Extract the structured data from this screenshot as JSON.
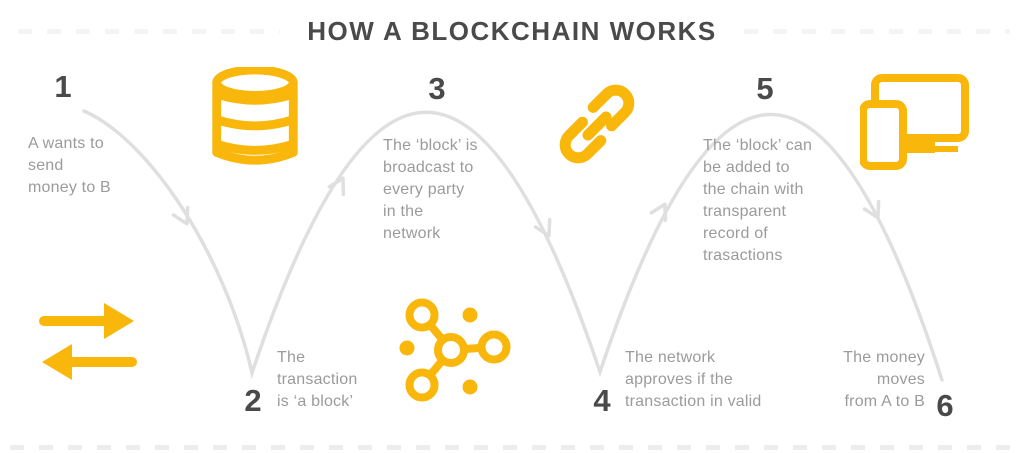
{
  "title": "HOW A BLOCKCHAIN WORKS",
  "colors": {
    "accent": "#F9B60B",
    "heading": "#4A4A4A",
    "body_text": "#9B9B9B",
    "arc_gray": "#DFDFDF"
  },
  "steps": [
    {
      "number": "1",
      "text": "A wants to\nsend\nmoney to B"
    },
    {
      "number": "2",
      "text": "The\ntransaction\nis ‘a block’"
    },
    {
      "number": "3",
      "text": "The ‘block’ is\nbroadcast to\nevery party\nin the\nnetwork"
    },
    {
      "number": "4",
      "text": "The network\napproves if the\ntransaction in valid"
    },
    {
      "number": "5",
      "text": "The ‘block’ can\nbe added to\nthe chain with\ntransparent\nrecord of\ntrasactions"
    },
    {
      "number": "6",
      "text": "The money\nmoves\nfrom A to B"
    }
  ],
  "icons": [
    {
      "name": "database-icon"
    },
    {
      "name": "link-icon"
    },
    {
      "name": "devices-icon"
    },
    {
      "name": "transfer-arrows-icon"
    },
    {
      "name": "network-icon"
    }
  ]
}
